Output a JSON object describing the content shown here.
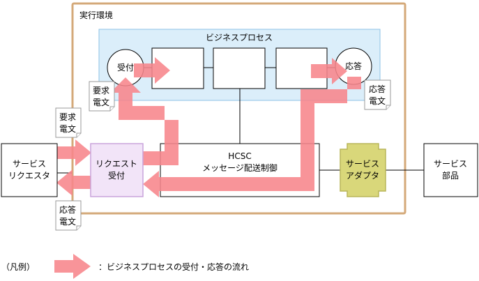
{
  "env_label": "実行環境",
  "bp_label": "ビジネスプロセス",
  "receive_node": "受付",
  "respond_node": "応答",
  "request_doc": [
    "要求",
    "電文"
  ],
  "response_doc": [
    "応答",
    "電文"
  ],
  "request_doc_left": [
    "要求",
    "電文"
  ],
  "response_doc_left": [
    "応答",
    "電文"
  ],
  "service_requester": [
    "サービス",
    "リクエスタ"
  ],
  "request_receiver": [
    "リクエスト",
    "受付"
  ],
  "hcsc_box": [
    "HCSC",
    "メッセージ配送制御"
  ],
  "service_adapter": [
    "サービス",
    "アダプタ"
  ],
  "service_component": [
    "サービス",
    "部品"
  ],
  "legend_label": "（凡例）",
  "legend_text": "：ビジネスプロセスの受付・応答の流れ",
  "colors": {
    "env_border": "#d4a979",
    "bp_fill": "#dbeefa",
    "bp_border": "#8ec2e6",
    "arrow": "#f7858b",
    "request_fill": "#f2e4f8",
    "request_border": "#c9a4db",
    "adapter_fill": "#d9d77a",
    "adapter_border": "#b9b65a"
  }
}
